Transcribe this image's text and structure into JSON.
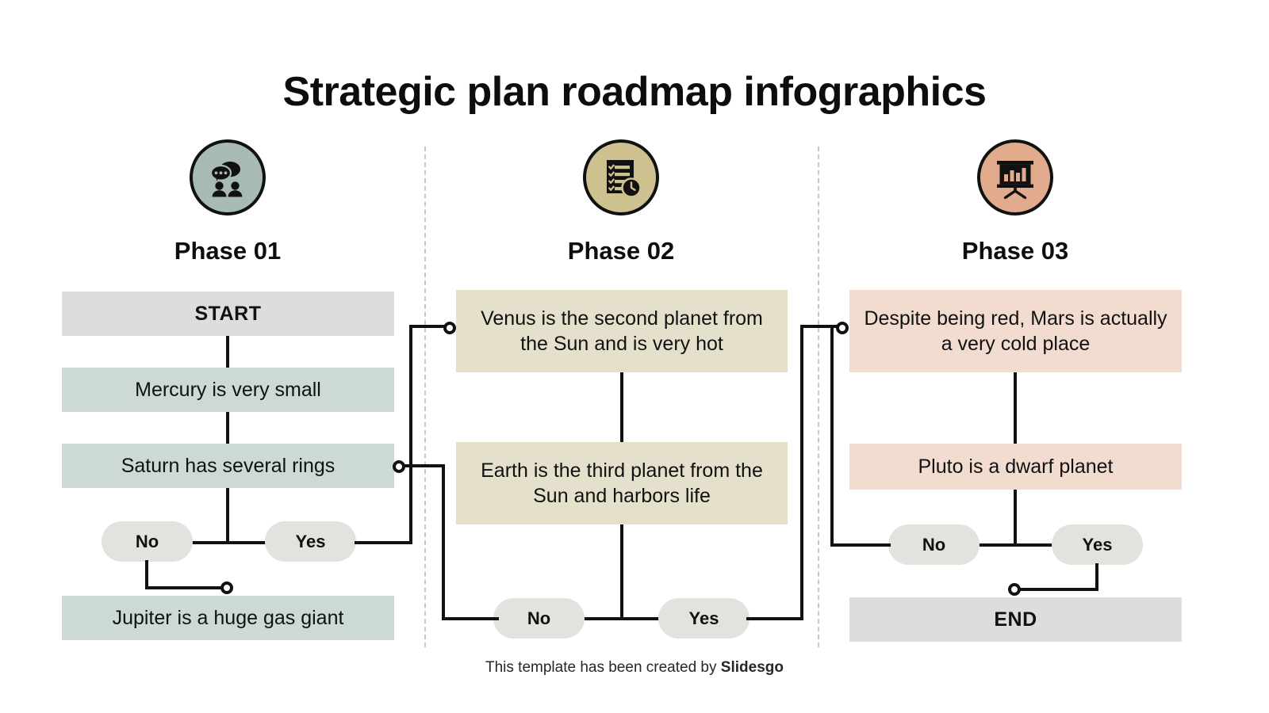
{
  "title": "Strategic plan roadmap infographics",
  "footer": {
    "text": "This template has been created by ",
    "brand": "Slidesgo"
  },
  "colors": {
    "background": "#ffffff",
    "ink": "#111111",
    "terminal_box": "#dedddb",
    "phase1_box": "#ccd9d6",
    "phase2_box": "#e5e0cb",
    "phase3_box": "#f2dcd0",
    "pill": "#e3e2de",
    "phase1_icon_bg": "#a7bab5",
    "phase2_icon_bg": "#cdc190",
    "phase3_icon_bg": "#e3ab8d",
    "divider": "#c9c9c9"
  },
  "phases": [
    {
      "label": "Phase 01",
      "icon": "discussion-people-icon",
      "icon_bg": "#a7bab5",
      "boxes": [
        {
          "text": "START",
          "kind": "terminal"
        },
        {
          "text": "Mercury is very small",
          "kind": "step"
        },
        {
          "text": "Saturn has several rings",
          "kind": "step"
        },
        {
          "text": "Jupiter is a huge gas giant",
          "kind": "step"
        }
      ],
      "decisions": [
        {
          "label": "No"
        },
        {
          "label": "Yes"
        }
      ]
    },
    {
      "label": "Phase 02",
      "icon": "checklist-clock-icon",
      "icon_bg": "#cdc190",
      "boxes": [
        {
          "text": "Venus is the second planet from the Sun and is very hot",
          "kind": "step"
        },
        {
          "text": "Earth is the third planet from the Sun and harbors life",
          "kind": "step"
        }
      ],
      "decisions": [
        {
          "label": "No"
        },
        {
          "label": "Yes"
        }
      ]
    },
    {
      "label": "Phase 03",
      "icon": "presentation-chart-icon",
      "icon_bg": "#e3ab8d",
      "boxes": [
        {
          "text": "Despite being red, Mars is actually a very cold place",
          "kind": "step"
        },
        {
          "text": "Pluto is a dwarf planet",
          "kind": "step"
        },
        {
          "text": "END",
          "kind": "terminal"
        }
      ],
      "decisions": [
        {
          "label": "No"
        },
        {
          "label": "Yes"
        }
      ]
    }
  ]
}
